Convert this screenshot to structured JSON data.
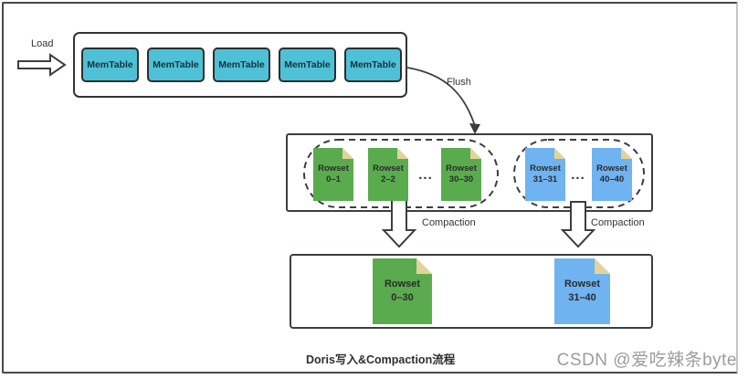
{
  "labels": {
    "load": "Load",
    "flush": "Flush",
    "compaction_left": "Compaction",
    "compaction_right": "Compaction"
  },
  "memtables": [
    "MemTable",
    "MemTable",
    "MemTable",
    "MemTable",
    "MemTable"
  ],
  "rowset_stage": {
    "green_group": {
      "docs": [
        {
          "title": "Rowset",
          "range": "0–1"
        },
        {
          "title": "Rowset",
          "range": "2–2"
        },
        {
          "title": "Rowset",
          "range": "30–30"
        }
      ],
      "ellipsis": "..."
    },
    "blue_group": {
      "docs": [
        {
          "title": "Rowset",
          "range": "31–31"
        },
        {
          "title": "Rowset",
          "range": "40–40"
        }
      ],
      "ellipsis": "..."
    }
  },
  "compacted_stage": {
    "green_doc": {
      "title": "Rowset",
      "range": "0–30"
    },
    "blue_doc": {
      "title": "Rowset",
      "range": "31–40"
    }
  },
  "caption": "Doris写入&Compaction流程",
  "watermark": "CSDN @爱吃辣条byte",
  "colors": {
    "memtable_fill": "#4fc1d6",
    "rowset_green": "#5aab4e",
    "rowset_blue": "#6fb3f1",
    "fold": "#e3d39a",
    "line": "#3b3e41"
  }
}
